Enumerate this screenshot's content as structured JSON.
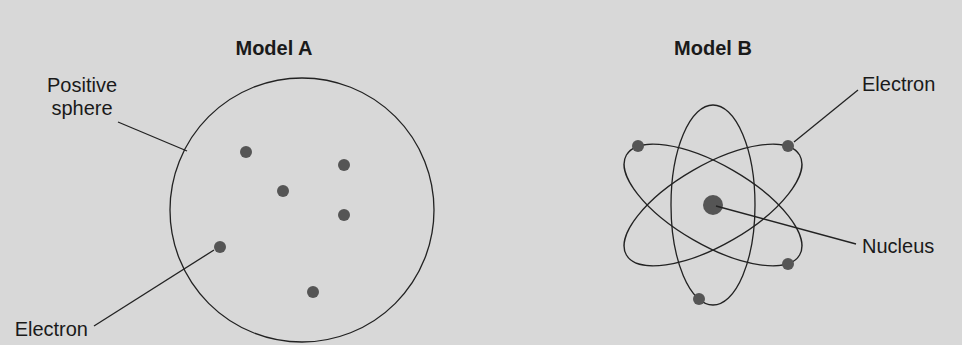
{
  "diagram": {
    "labels": [
      "Model A",
      "Model B",
      "Positive sphere",
      "Electron",
      "Electron",
      "Nucleus"
    ]
  }
}
